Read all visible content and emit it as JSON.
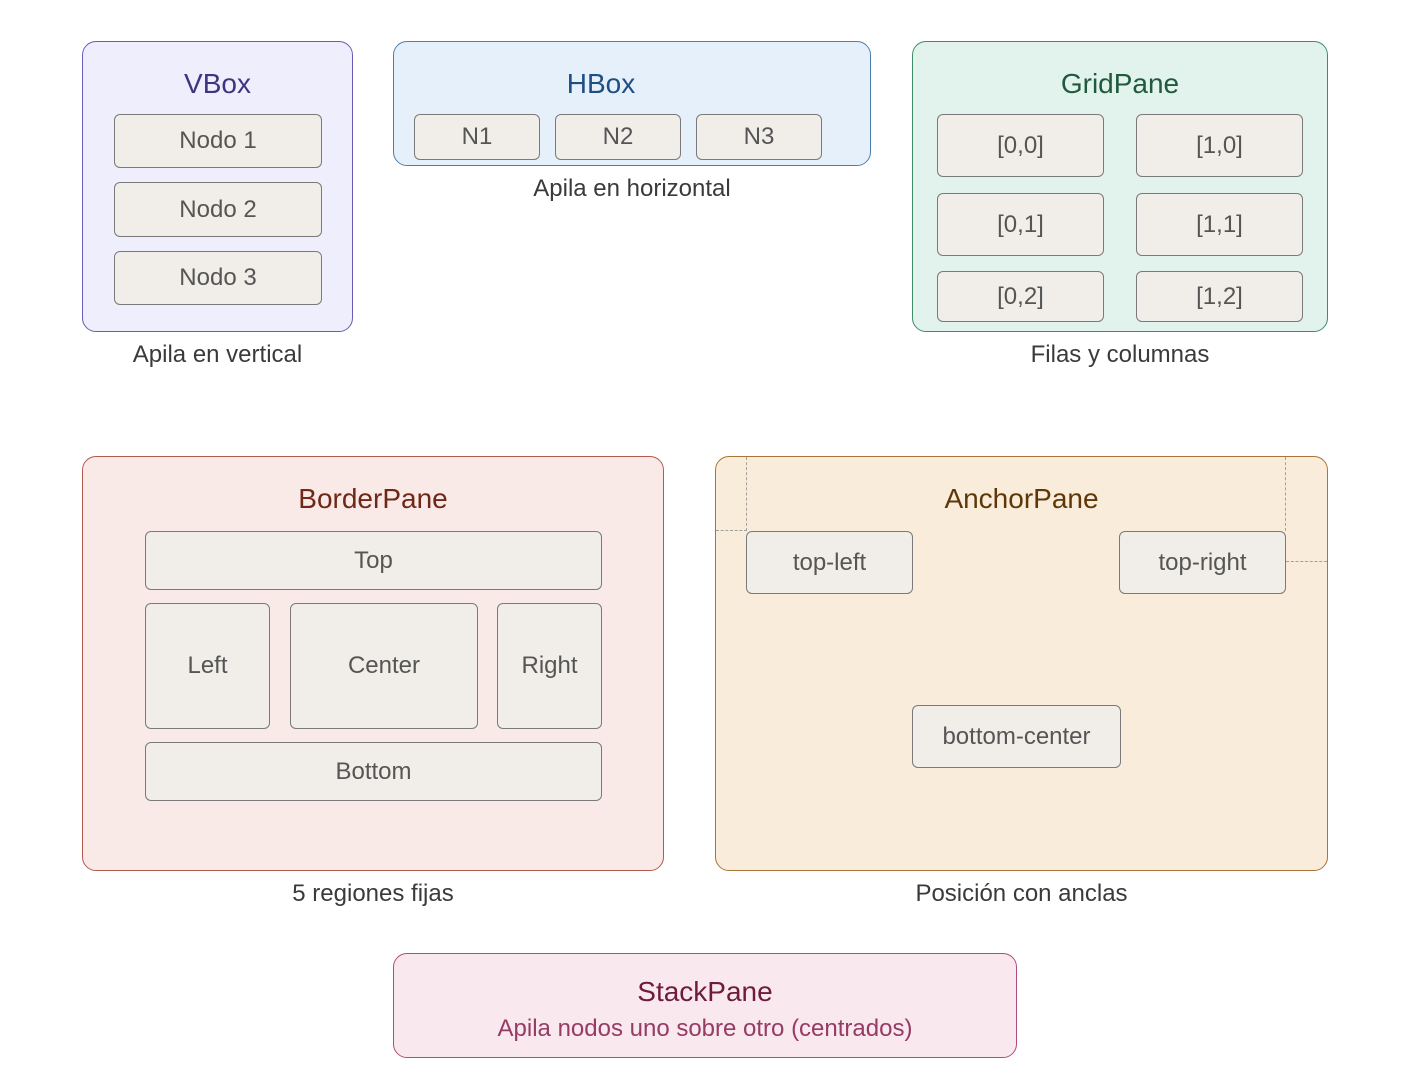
{
  "colors": {
    "node_fill": "#f1eee9",
    "node_border": "#7a7a7a",
    "node_text": "#555555",
    "caption_text": "#3a3a3a",
    "vbox": {
      "fill": "#eeeefc",
      "border": "#6a5bb5",
      "title": "#3f357f"
    },
    "hbox": {
      "fill": "#e6f0fa",
      "border": "#4d7fae",
      "title": "#1f4f82"
    },
    "gridpane": {
      "fill": "#e2f3ed",
      "border": "#3f8c68",
      "title": "#1f5a3e"
    },
    "borderpane": {
      "fill": "#f9eae8",
      "border": "#b35a4e",
      "title": "#6f2817"
    },
    "anchorpane": {
      "fill": "#f9ecda",
      "border": "#a9743a",
      "title": "#5e3708"
    },
    "stackpane": {
      "fill": "#fae8ef",
      "border": "#b04d79",
      "title": "#6e1c3c",
      "subtitle": "#953c64"
    }
  },
  "vbox": {
    "title": "VBox",
    "nodes": [
      "Nodo 1",
      "Nodo 2",
      "Nodo 3"
    ],
    "caption": "Apila en vertical"
  },
  "hbox": {
    "title": "HBox",
    "nodes": [
      "N1",
      "N2",
      "N3"
    ],
    "caption": "Apila en horizontal"
  },
  "gridpane": {
    "title": "GridPane",
    "cells": [
      "[0,0]",
      "[1,0]",
      "[0,1]",
      "[1,1]",
      "[0,2]",
      "[1,2]"
    ],
    "caption": "Filas y columnas"
  },
  "borderpane": {
    "title": "BorderPane",
    "top": "Top",
    "left": "Left",
    "center": "Center",
    "right": "Right",
    "bottom": "Bottom",
    "caption": "5 regiones fijas"
  },
  "anchorpane": {
    "title": "AnchorPane",
    "top_left": "top-left",
    "top_right": "top-right",
    "bottom_center": "bottom-center",
    "caption": "Posición con anclas"
  },
  "stackpane": {
    "title": "StackPane",
    "subtitle": "Apila nodos uno sobre otro (centrados)"
  }
}
